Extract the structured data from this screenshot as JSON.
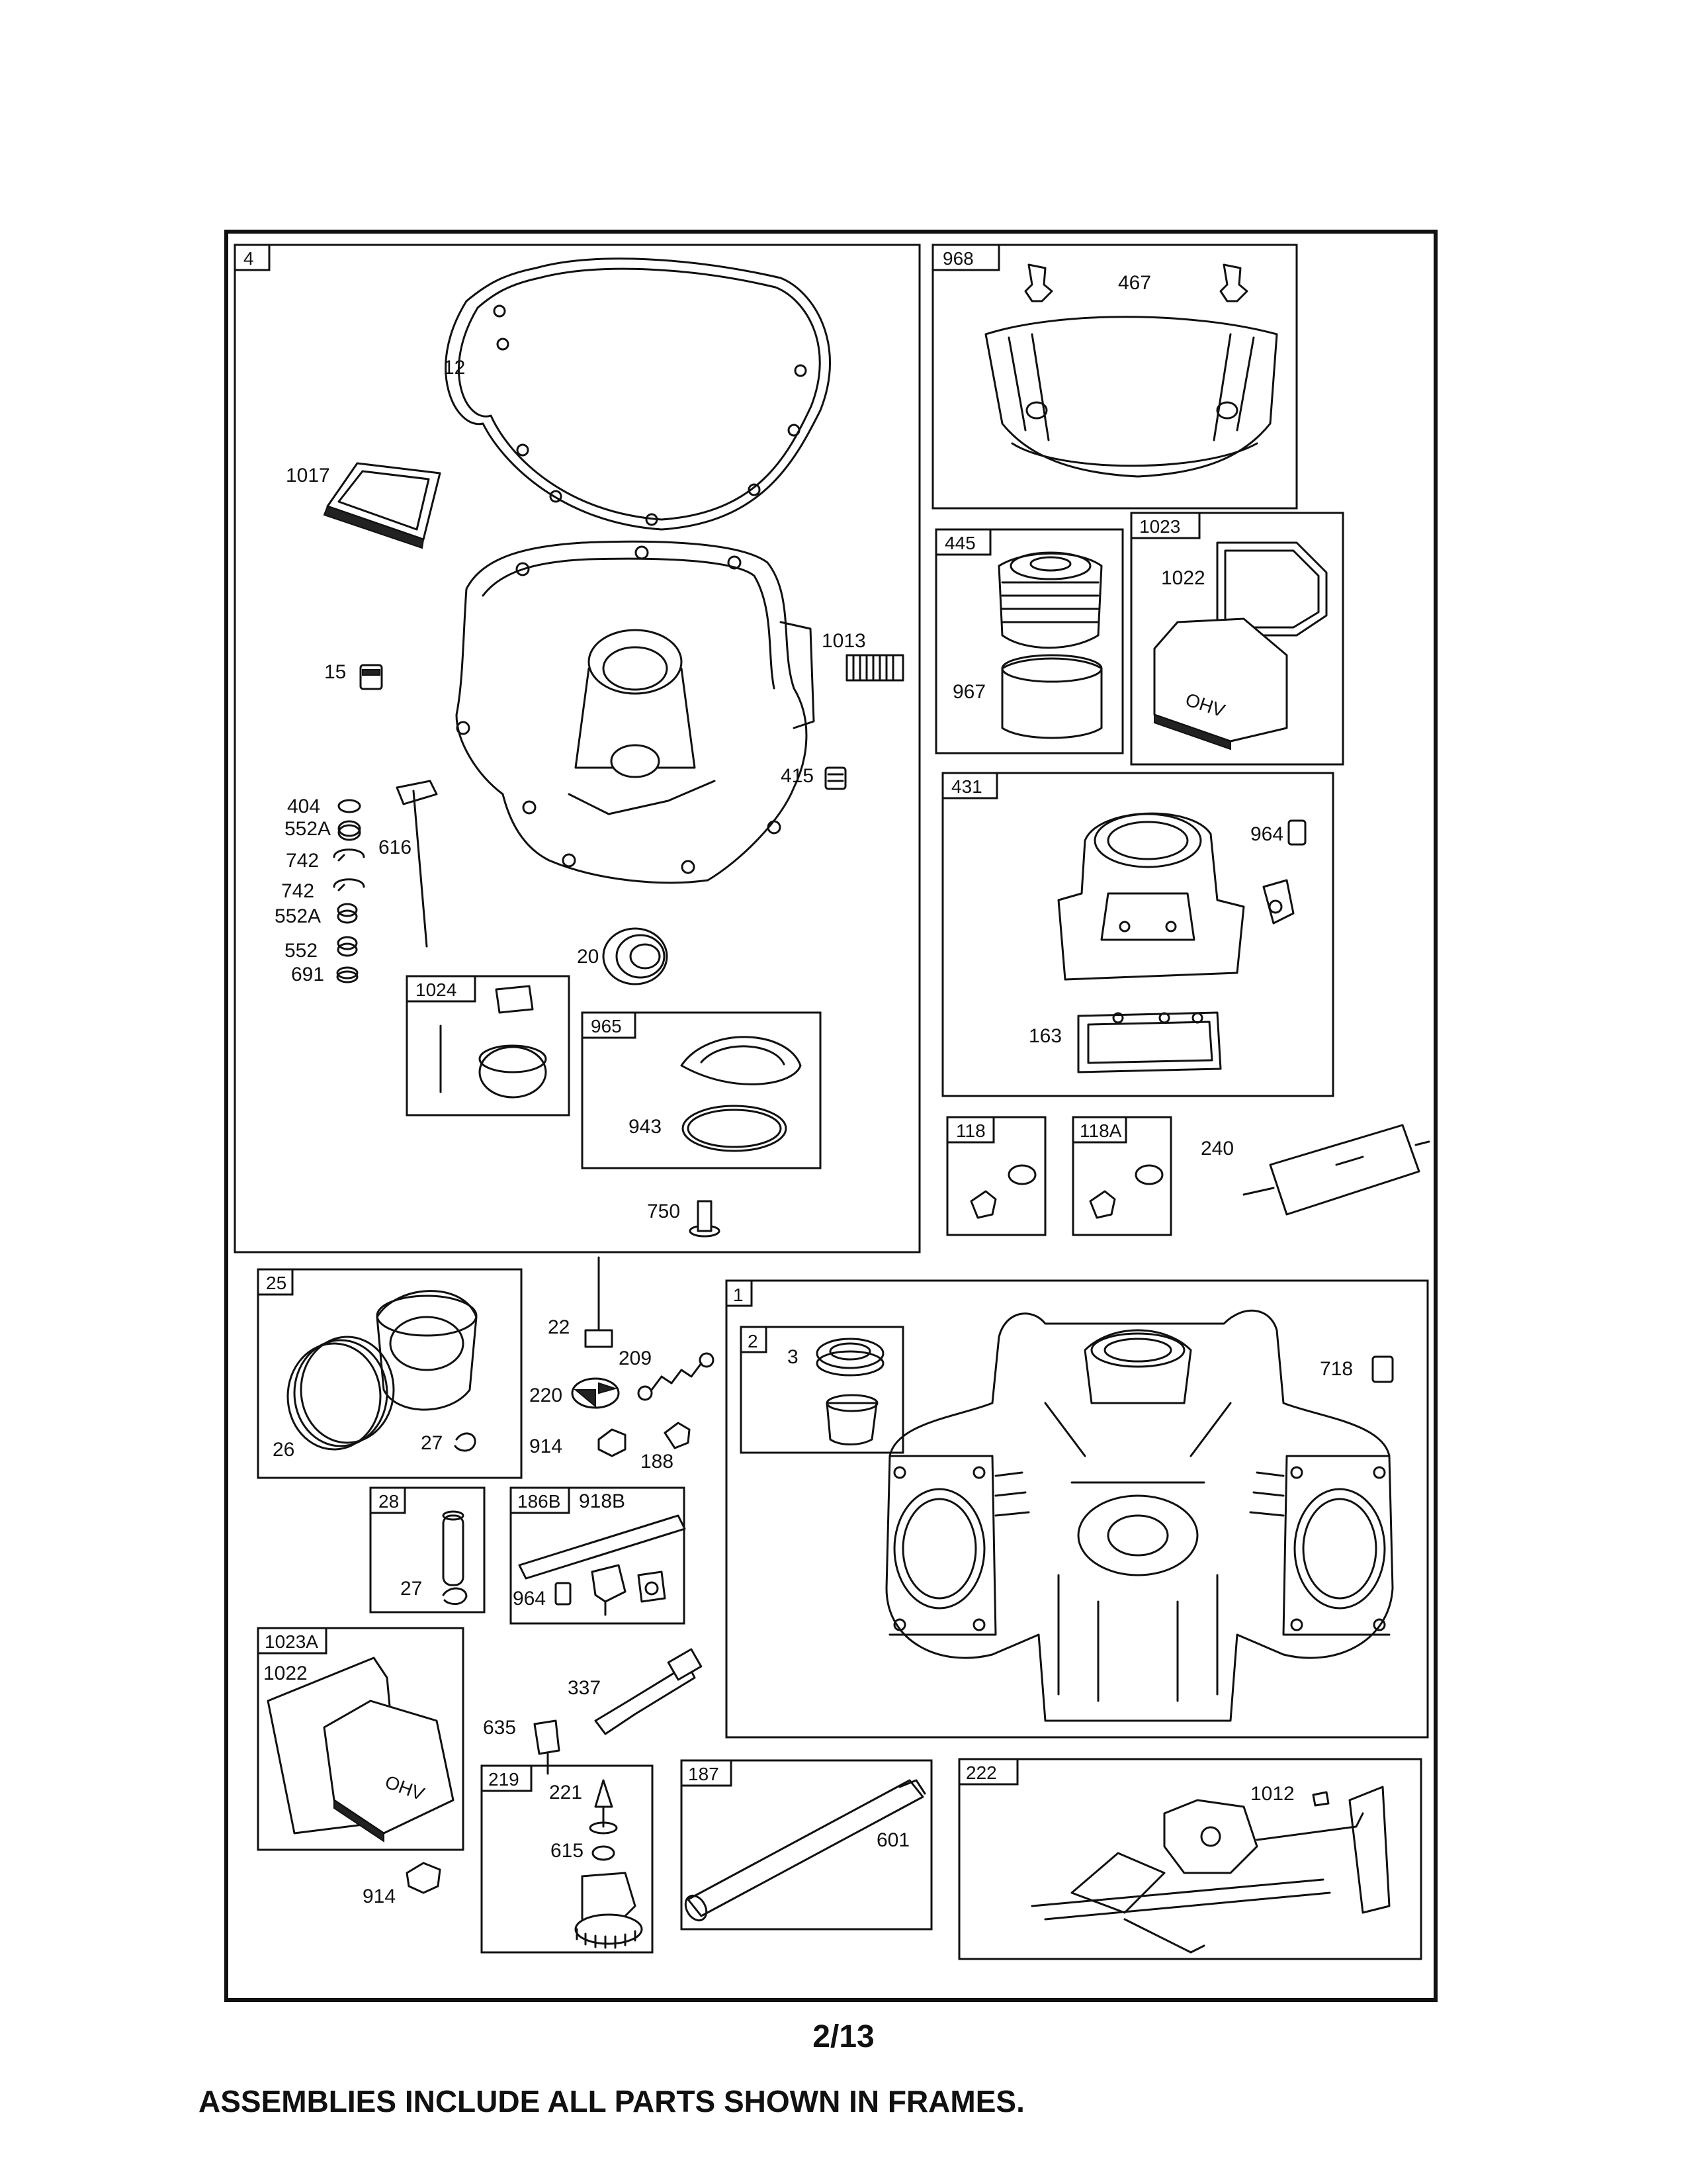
{
  "page_number": "2/13",
  "footer_note": "ASSEMBLIES INCLUDE ALL PARTS SHOWN IN FRAMES.",
  "frames": {
    "f4": "4",
    "f968": "968",
    "f445": "445",
    "f1023": "1023",
    "f431": "431",
    "f1024": "1024",
    "f965": "965",
    "f118": "118",
    "f118a": "118A",
    "f25": "25",
    "f1": "1",
    "f2": "2",
    "f28": "28",
    "f186b": "186B",
    "f1023a": "1023A",
    "f219": "219",
    "f187": "187",
    "f222": "222"
  },
  "callouts": {
    "c12": "12",
    "c1017": "1017",
    "c1013": "1013",
    "c15": "15",
    "c415": "415",
    "c404": "404",
    "c552a_1": "552A",
    "c742_1": "742",
    "c616": "616",
    "c742_2": "742",
    "c552a_2": "552A",
    "c552": "552",
    "c691": "691",
    "c20": "20",
    "c943": "943",
    "c750": "750",
    "c467": "467",
    "c967": "967",
    "c1022_1": "1022",
    "c964_1": "964",
    "c163": "163",
    "c240": "240",
    "c22": "22",
    "c209": "209",
    "c220": "220",
    "c914_1": "914",
    "c188": "188",
    "c26": "26",
    "c27_1": "27",
    "c3": "3",
    "c718": "718",
    "c27_2": "27",
    "c918b": "918B",
    "c964_2": "964",
    "c1022_2": "1022",
    "c337": "337",
    "c635": "635",
    "c914_2": "914",
    "c221": "221",
    "c615": "615",
    "c601": "601",
    "c1012": "1012"
  }
}
